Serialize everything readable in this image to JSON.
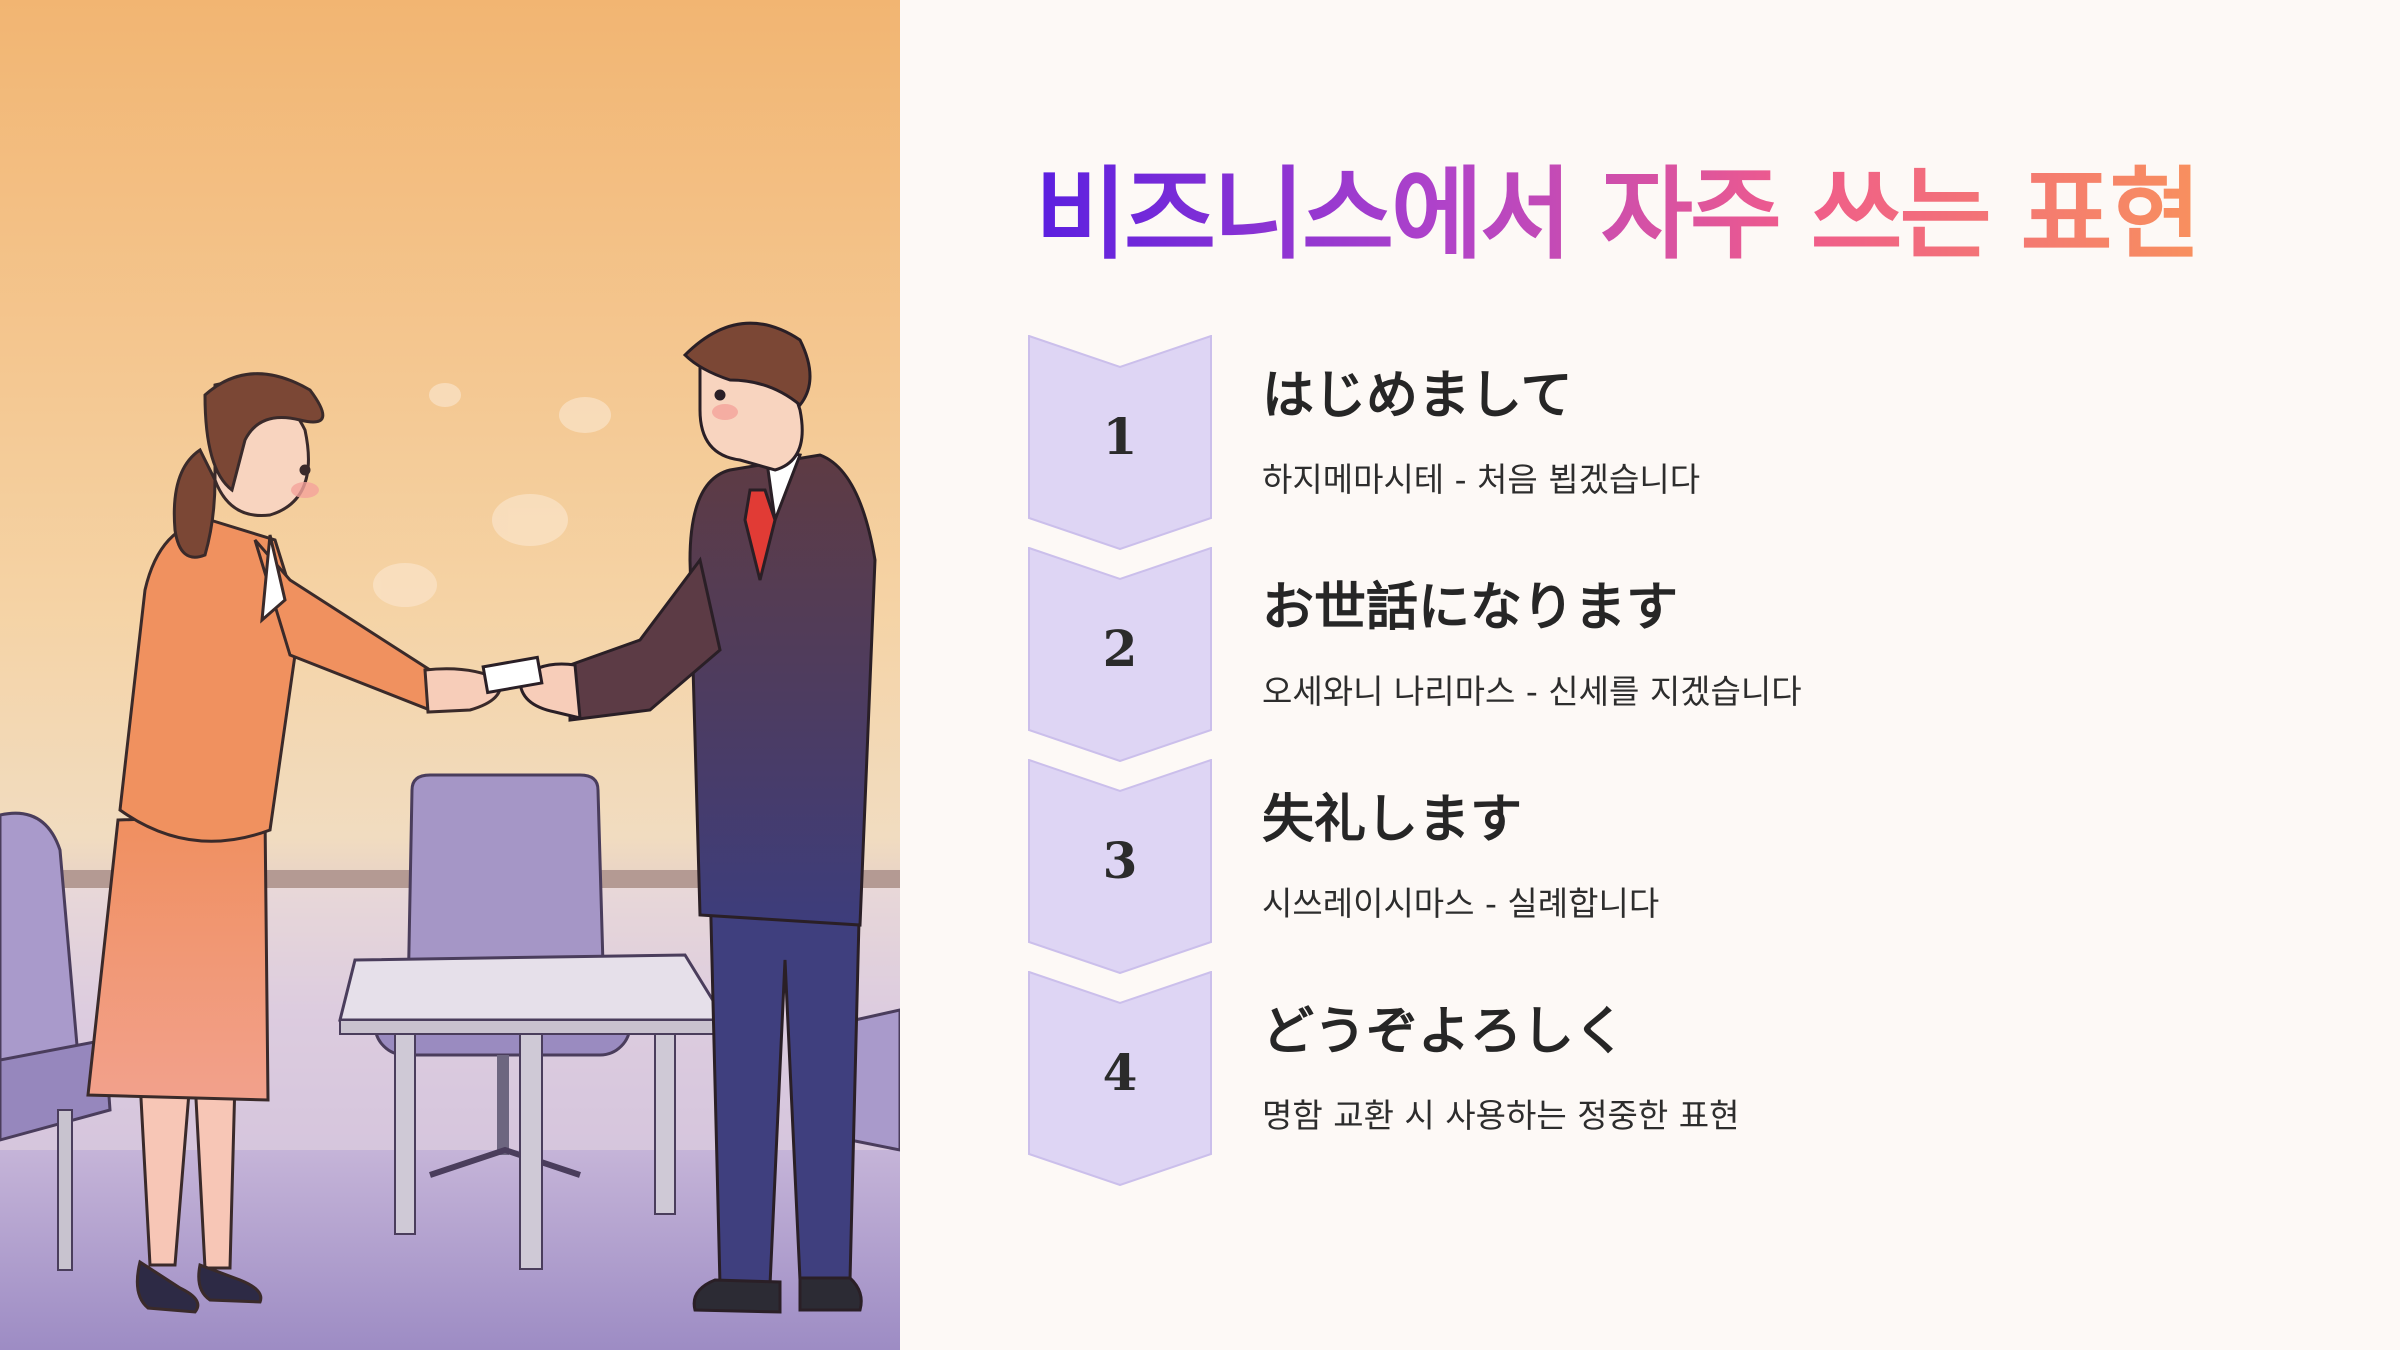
{
  "slide": {
    "title": "비즈니스에서 자주 쓰는 표현",
    "accent_gradient": [
      "#5b1fe0",
      "#b043c9",
      "#ef5b8c",
      "#f8905e"
    ],
    "chevron_fill": "#ded5f4",
    "steps": [
      {
        "number": "1",
        "title": "はじめまして",
        "description": "하지메마시테 - 처음 뵙겠습니다"
      },
      {
        "number": "2",
        "title": "お世話になります",
        "description": "오세와니 나리마스 - 신세를 지겠습니다"
      },
      {
        "number": "3",
        "title": "失礼します",
        "description": "시쓰레이시마스 - 실례합니다"
      },
      {
        "number": "4",
        "title": "どうぞよろしく",
        "description": "명함 교환 시 사용하는 정중한 표현"
      }
    ]
  },
  "illustration": {
    "subject": "business-card-exchange",
    "sky_colors": [
      "#f3b774",
      "#f5d7a9",
      "#c2aed6",
      "#9e8fc5"
    ]
  }
}
